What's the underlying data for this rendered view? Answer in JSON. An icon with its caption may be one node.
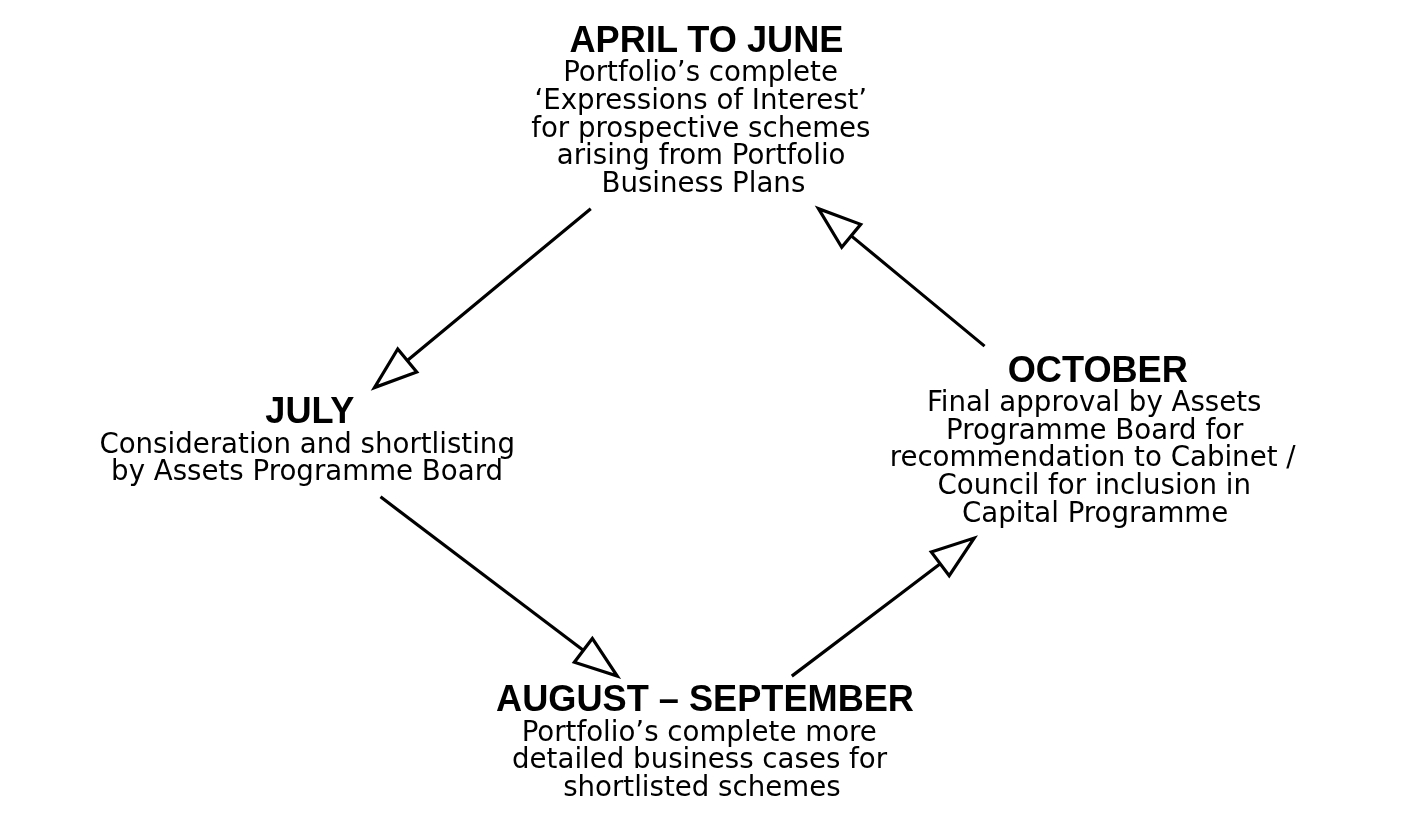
{
  "diagram": {
    "nodes": [
      {
        "text": [
          "APRIL TO JUNE",
          "Portfolio’s complete ‘Expressions of Interest’ for prospective schemes arising from Portfolio Business Plans"
        ]
      },
      {
        "text": [
          "JULY",
          "Consideration and shortlisting by Assets Programme Board"
        ]
      },
      {
        "text": [
          "AUGUST – SEPTEMBER",
          "Portfolio’s complete more detailed business cases for shortlisted schemes"
        ]
      },
      {
        "text": [
          "OCTOBER",
          "Final approval by Assets Programme Board for recommendation to Cabinet / Council for inclusion in Capital Programme"
        ]
      }
    ],
    "edges": [
      {
        "from": 0,
        "to": 1,
        "arrow": "to"
      },
      {
        "from": 1,
        "to": 2,
        "arrow": "to"
      },
      {
        "from": 2,
        "to": 3,
        "arrow": "to"
      },
      {
        "from": 3,
        "to": 0,
        "arrow": "to"
      }
    ]
  }
}
